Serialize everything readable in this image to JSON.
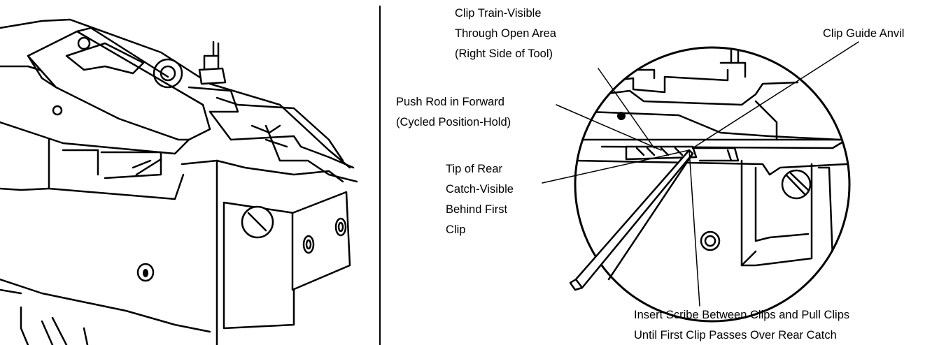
{
  "labels": {
    "clip_train": [
      "Clip Train-Visible",
      "Through Open Area",
      "(Right Side of Tool)"
    ],
    "clip_guide_anvil": [
      "Clip Guide Anvil"
    ],
    "push_rod": [
      "Push Rod in Forward",
      "(Cycled Position-Hold)"
    ],
    "tip_rear_catch": [
      "Tip of Rear",
      "Catch-Visible",
      "Behind First",
      "Clip"
    ],
    "insert_scribe": [
      "Insert Scribe Between Clips and Pull Clips",
      "Until First Clip Passes Over Rear Catch"
    ]
  }
}
